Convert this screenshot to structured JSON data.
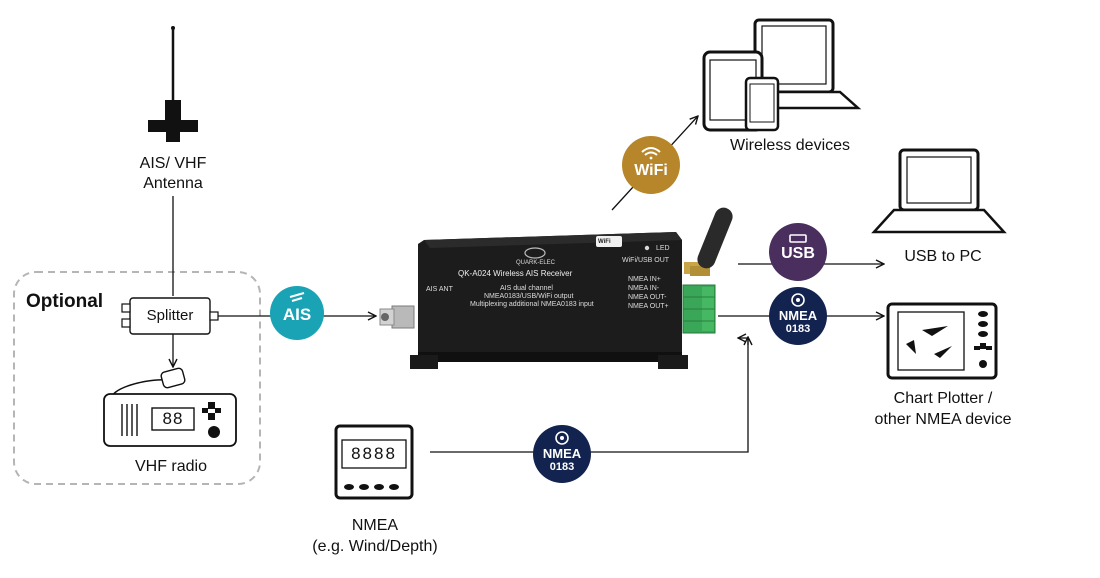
{
  "labels": {
    "antenna_line1": "AIS/ VHF",
    "antenna_line2": "Antenna",
    "optional": "Optional",
    "splitter": "Splitter",
    "vhf_radio": "VHF radio",
    "vhf_display": "88",
    "wireless_devices": "Wireless devices",
    "usb_to_pc": "USB to PC",
    "chart_plotter_line1": "Chart Plotter /",
    "chart_plotter_line2": "other NMEA device",
    "nmea_line1": "NMEA",
    "nmea_line2": "(e.g. Wind/Depth)",
    "nmea_display": "8888"
  },
  "badges": {
    "ais": "AIS",
    "wifi": "WiFi",
    "usb": "USB",
    "nmea_top": "NMEA",
    "nmea_bottom": "0183",
    "nmea2_top": "NMEA",
    "nmea2_bottom": "0183"
  },
  "device": {
    "brand": "QUARK-ELEC",
    "model": "QK-A024 Wireless AIS Receiver",
    "desc1": "AIS dual channel",
    "desc2": "NMEA0183/USB/WiFi output",
    "desc3": "Multiplexing additional NMEA0183 input",
    "ais_ant": "AIS ANT",
    "led": "LED",
    "wifi_usb_out": "WiFi/USB OUT",
    "wifi_logo": "WiFi",
    "pin1": "NMEA IN+",
    "pin2": "NMEA IN-",
    "pin3": "NMEA OUT-",
    "pin4": "NMEA OUT+"
  },
  "colors": {
    "ais": "#1aa3b5",
    "wifi": "#b8862a",
    "usb": "#4a2f5e",
    "nmea": "#13234f",
    "device_body": "#1c1c1c",
    "terminal": "#3aa657",
    "dashed": "#b5b5b5"
  },
  "icons": [
    "antenna-icon",
    "splitter-icon",
    "vhf-radio-icon",
    "laptop-icon",
    "tablet-icon",
    "phone-icon",
    "chart-plotter-icon",
    "nmea-display-icon",
    "stubby-antenna-icon",
    "wifi-signal-icon",
    "usb-icon",
    "target-icon"
  ]
}
